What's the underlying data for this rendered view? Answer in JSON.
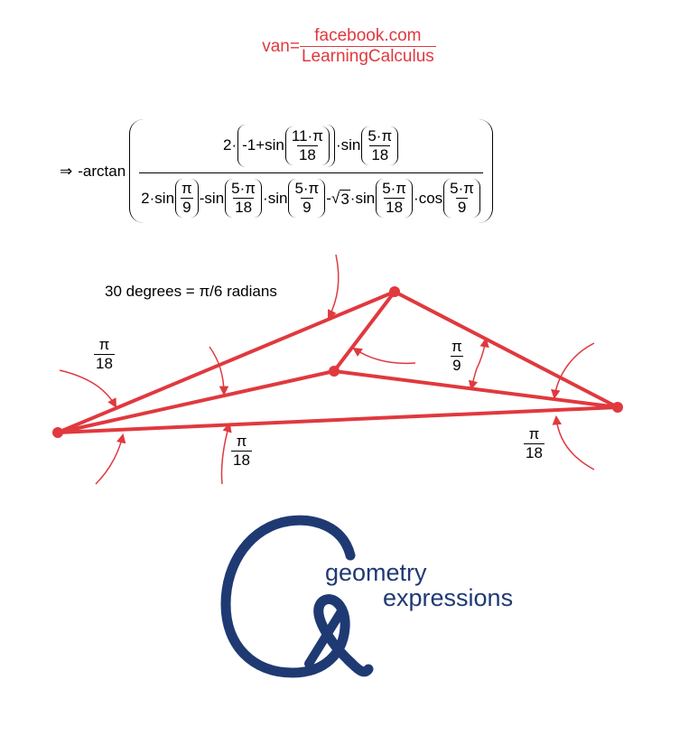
{
  "title": {
    "lhs": "van=",
    "num": "facebook.com",
    "den": "LearningCalculus"
  },
  "expr": {
    "implies": "⇒",
    "func": "-arctan",
    "num": {
      "a": "2·",
      "b": "-1+sin",
      "c_num": "11·π",
      "c_den": "18",
      "d": "·sin",
      "e_num": "5·π",
      "e_den": "18"
    },
    "den": {
      "a": "2·sin",
      "a_num": "π",
      "a_den": "9",
      "b": "-sin",
      "b_num": "5·π",
      "b_den": "18",
      "c": "·sin",
      "c_num": "5·π",
      "c_den": "9",
      "d": "-",
      "d_sqrt": "3",
      "e": "·sin",
      "e_num": "5·π",
      "e_den": "18",
      "f": "·cos",
      "f_num": "5·π",
      "f_den": "9"
    }
  },
  "labels": {
    "angle30": "30 degrees = π/6 radians",
    "left_top": {
      "num": "π",
      "den": "18"
    },
    "mid": {
      "num": "π",
      "den": "9"
    },
    "bottom": {
      "num": "π",
      "den": "18"
    },
    "right": {
      "num": "π",
      "den": "18"
    }
  },
  "logo": {
    "line1": "geometry",
    "line2": "expressions"
  },
  "colors": {
    "accent": "#e0393e",
    "logo": "#1f3a73"
  }
}
